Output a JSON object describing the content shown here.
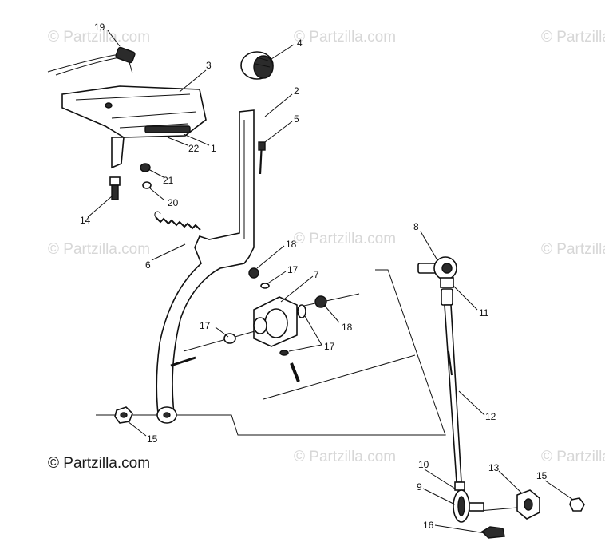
{
  "watermark": {
    "text": "© Partzilla.com"
  },
  "copyright": {
    "text": "© Partzilla.com"
  },
  "callouts": [
    "19",
    "3",
    "4",
    "2",
    "5",
    "22",
    "1",
    "21",
    "20",
    "14",
    "6",
    "18",
    "17",
    "7",
    "17",
    "18",
    "17",
    "8",
    "11",
    "12",
    "15",
    "10",
    "13",
    "15",
    "9",
    "16"
  ]
}
